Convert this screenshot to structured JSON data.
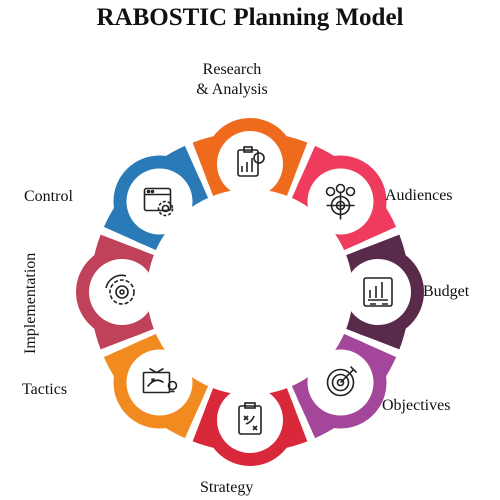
{
  "title": "RABOSTIC Planning Model",
  "segments": [
    {
      "id": "research",
      "label_line1": "Research",
      "label_line2": "& Analysis",
      "color": "#ee6a1c",
      "icon": "clipboard-chart-icon"
    },
    {
      "id": "audiences",
      "label": "Audiences",
      "color": "#ef3c5e",
      "icon": "target-audience-icon"
    },
    {
      "id": "budget",
      "label": "Budget",
      "color": "#5a2a4a",
      "icon": "budget-chart-icon"
    },
    {
      "id": "objectives",
      "label": "Objectives",
      "color": "#a4479a",
      "icon": "target-arrow-icon"
    },
    {
      "id": "strategy",
      "label": "Strategy",
      "color": "#d9283a",
      "icon": "strategy-board-icon"
    },
    {
      "id": "tactics",
      "label": "Tactics",
      "color": "#f18a1f",
      "icon": "tactics-board-icon"
    },
    {
      "id": "implementation",
      "label": "Implementation",
      "color": "#c0415a",
      "icon": "gear-cycle-icon"
    },
    {
      "id": "control",
      "label": "Control",
      "color": "#2a7ab8",
      "icon": "browser-settings-icon"
    }
  ]
}
